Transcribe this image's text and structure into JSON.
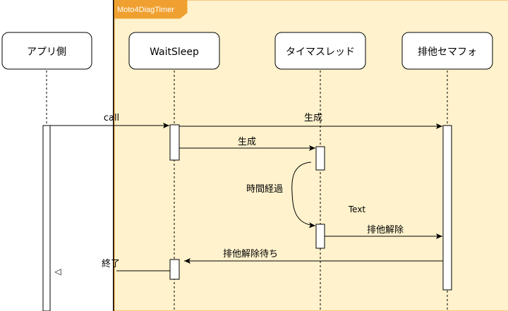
{
  "frame": {
    "label": "Moto4DiagTimer",
    "fill": "#fff2cc",
    "stroke": "#f0a030"
  },
  "participants": [
    {
      "id": "app",
      "label": "アプリ側"
    },
    {
      "id": "waitsleep",
      "label": "WaitSleep"
    },
    {
      "id": "timer",
      "label": "タイマスレッド"
    },
    {
      "id": "mutex",
      "label": "排他セマフォ"
    }
  ],
  "messages": [
    {
      "id": "call",
      "label": "call"
    },
    {
      "id": "create-mutex",
      "label": "生成"
    },
    {
      "id": "create-timer",
      "label": "生成"
    },
    {
      "id": "elapsed",
      "label": "時間経過"
    },
    {
      "id": "text-note",
      "label": "Text"
    },
    {
      "id": "release",
      "label": "排他解除"
    },
    {
      "id": "wait-release",
      "label": "排他解除待ち"
    },
    {
      "id": "end",
      "label": "終了"
    }
  ],
  "return_glyph": "◁"
}
